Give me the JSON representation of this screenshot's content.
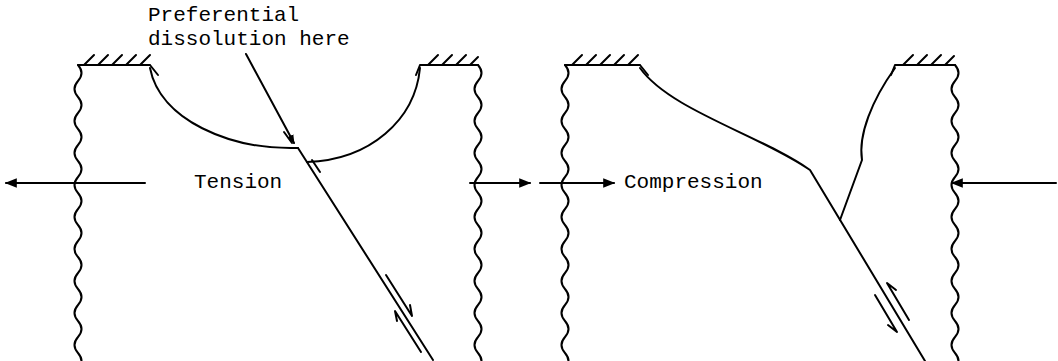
{
  "diagram": {
    "labels": [
      "Preferential dissolution here",
      "Tension",
      "Compression"
    ]
  }
}
